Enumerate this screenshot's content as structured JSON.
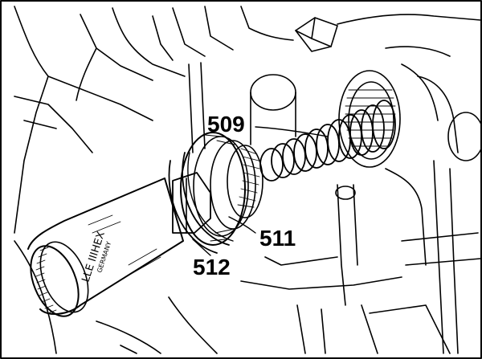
{
  "diagram": {
    "callouts": [
      {
        "id": "509",
        "label": "509"
      },
      {
        "id": "511",
        "label": "511"
      },
      {
        "id": "512",
        "label": "512"
      }
    ],
    "tool_markings": {
      "line1": "LLE IIIHEX",
      "line2": "GERMANY"
    },
    "colors": {
      "ink": "#000000",
      "paper": "#ffffff"
    }
  }
}
